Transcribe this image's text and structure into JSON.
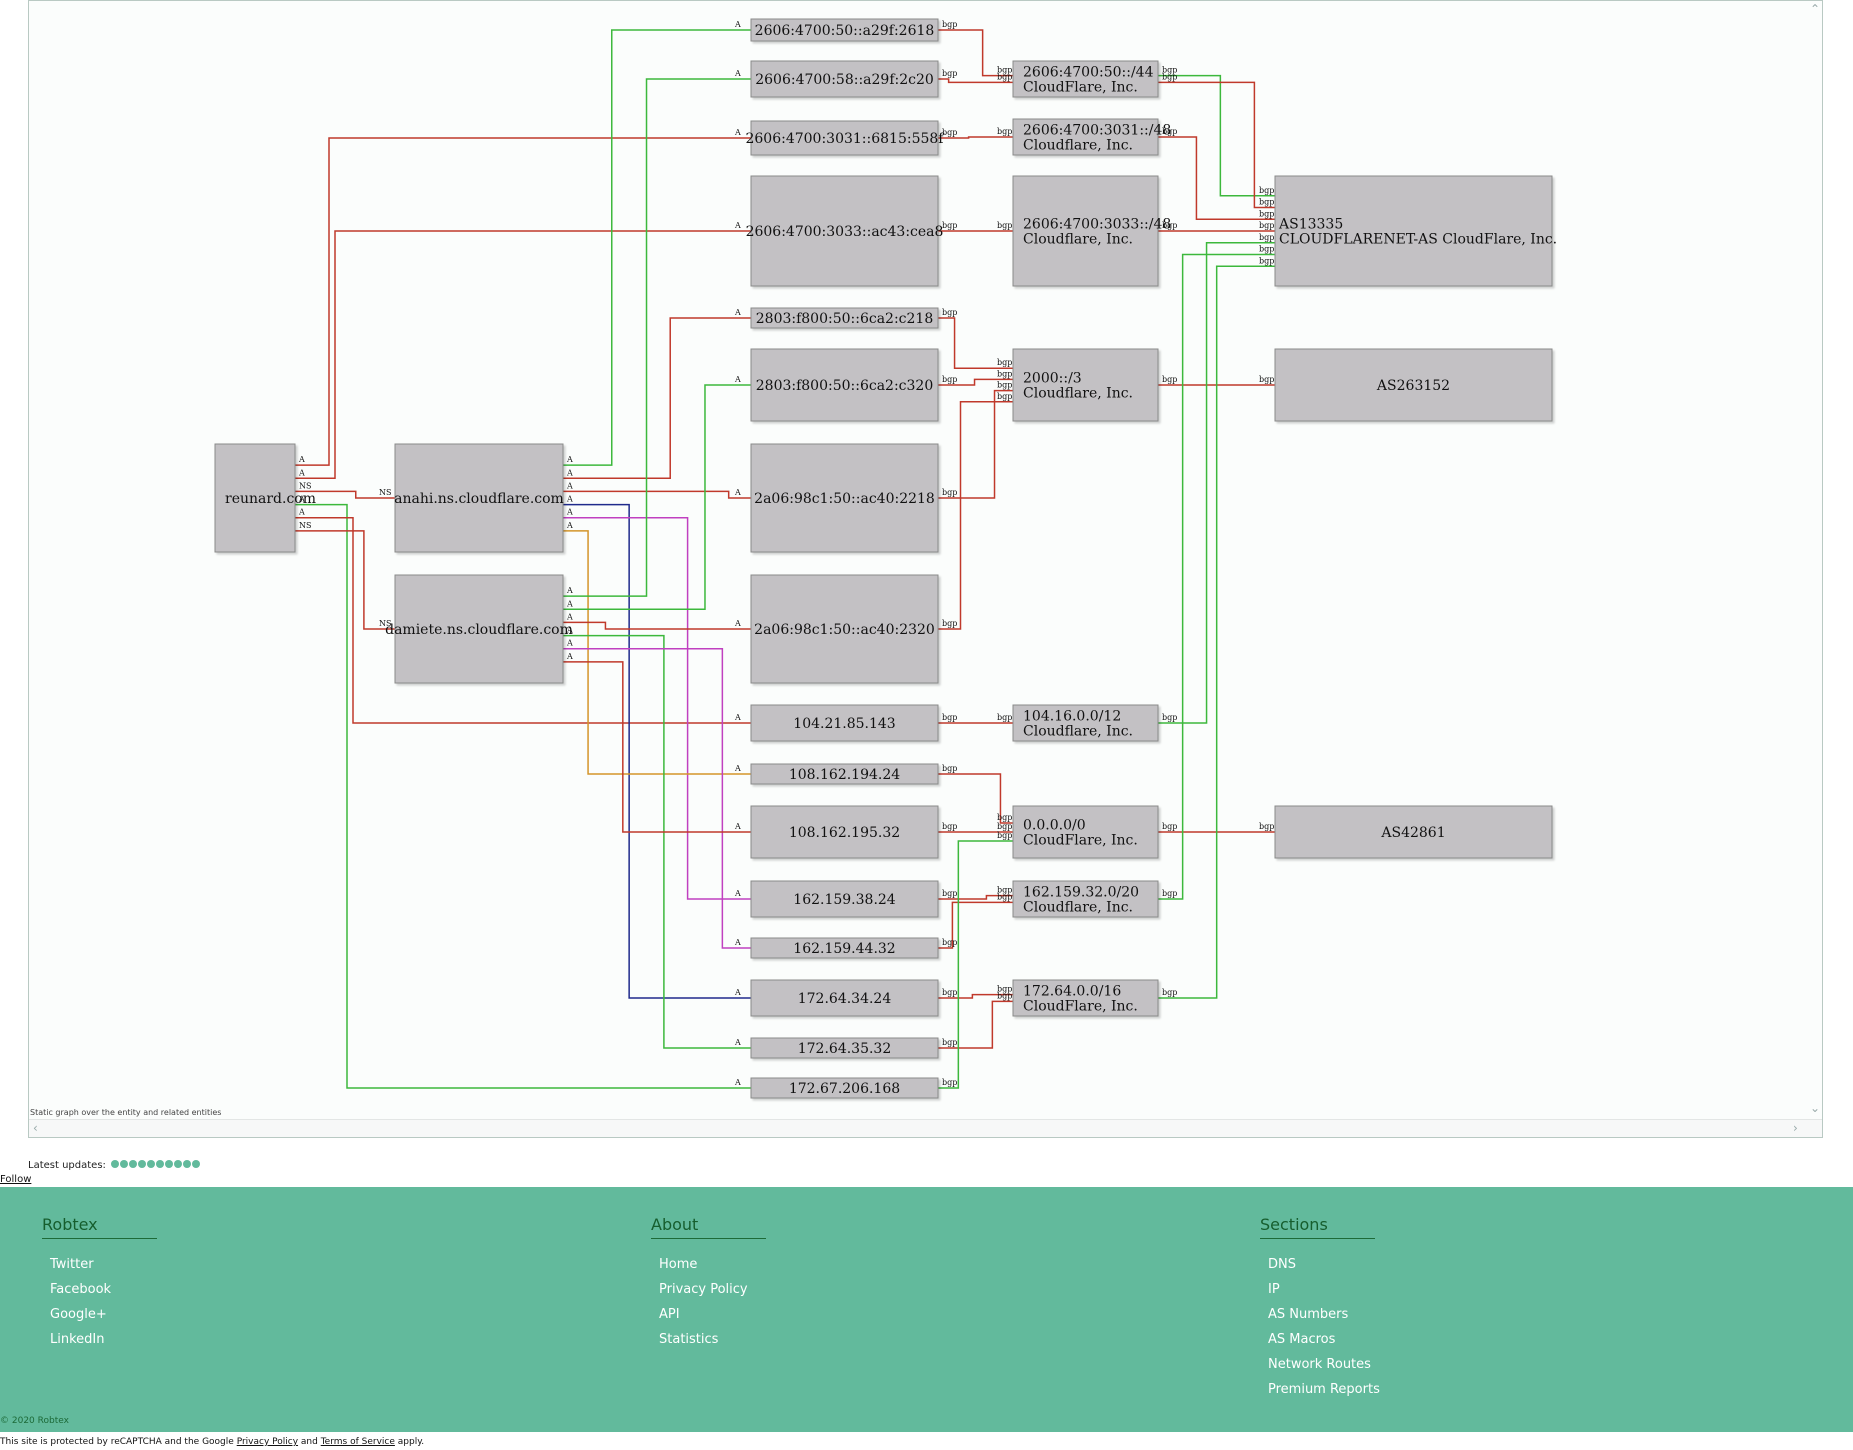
{
  "graph": {
    "caption": "Static graph over the entity and related entities",
    "nodes": [
      {
        "id": "reunard",
        "label": "reunard.com"
      },
      {
        "id": "anahi",
        "label": "anahi.ns.cloudflare.com"
      },
      {
        "id": "damiete",
        "label": "damiete.ns.cloudflare.com"
      },
      {
        "id": "ip1",
        "label": "2606:4700:50::a29f:2618"
      },
      {
        "id": "ip2",
        "label": "2606:4700:58::a29f:2c20"
      },
      {
        "id": "ip3",
        "label": "2606:4700:3031::6815:558f"
      },
      {
        "id": "ip4",
        "label": "2606:4700:3033::ac43:cea8"
      },
      {
        "id": "ip5",
        "label": "2803:f800:50::6ca2:c218"
      },
      {
        "id": "ip6",
        "label": "2803:f800:50::6ca2:c320"
      },
      {
        "id": "ip7",
        "label": "2a06:98c1:50::ac40:2218"
      },
      {
        "id": "ip8",
        "label": "2a06:98c1:50::ac40:2320"
      },
      {
        "id": "ip9",
        "label": "104.21.85.143"
      },
      {
        "id": "ip10",
        "label": "108.162.194.24"
      },
      {
        "id": "ip11",
        "label": "108.162.195.32"
      },
      {
        "id": "ip12",
        "label": "162.159.38.24"
      },
      {
        "id": "ip13",
        "label": "162.159.44.32"
      },
      {
        "id": "ip14",
        "label": "172.64.34.24"
      },
      {
        "id": "ip15",
        "label": "172.64.35.32"
      },
      {
        "id": "ip16",
        "label": "172.67.206.168"
      },
      {
        "id": "r1",
        "label": "2606:4700:50::/44\nCloudFlare, Inc."
      },
      {
        "id": "r2",
        "label": "2606:4700:3031::/48\nCloudflare, Inc."
      },
      {
        "id": "r3",
        "label": "2606:4700:3033::/48\nCloudflare, Inc."
      },
      {
        "id": "r4",
        "label": "2000::/3\nCloudflare, Inc."
      },
      {
        "id": "r5",
        "label": "104.16.0.0/12\nCloudflare, Inc."
      },
      {
        "id": "r6",
        "label": "0.0.0.0/0\nCloudFlare, Inc."
      },
      {
        "id": "r7",
        "label": "162.159.32.0/20\nCloudflare, Inc."
      },
      {
        "id": "r8",
        "label": "172.64.0.0/16\nCloudFlare, Inc."
      },
      {
        "id": "as1",
        "label": "AS13335\nCLOUDFLARENET-AS CloudFlare, Inc."
      },
      {
        "id": "as2",
        "label": "AS263152"
      },
      {
        "id": "as3",
        "label": "AS42861"
      }
    ],
    "edges": [
      {
        "from": "reunard",
        "to": "ip3",
        "label": "A",
        "color": "#c0392b"
      },
      {
        "from": "reunard",
        "to": "ip4",
        "label": "A",
        "color": "#c0392b"
      },
      {
        "from": "reunard",
        "to": "anahi",
        "label": "NS",
        "color": "#c0392b"
      },
      {
        "from": "reunard",
        "to": "ip16",
        "label": "A",
        "color": "#3cb83c"
      },
      {
        "from": "reunard",
        "to": "ip9",
        "label": "A",
        "color": "#c0392b"
      },
      {
        "from": "reunard",
        "to": "damiete",
        "label": "NS",
        "color": "#c0392b"
      },
      {
        "from": "anahi",
        "to": "ip1",
        "label": "A",
        "color": "#3cb83c"
      },
      {
        "from": "anahi",
        "to": "ip5",
        "label": "A",
        "color": "#c0392b"
      },
      {
        "from": "anahi",
        "to": "ip7",
        "label": "A",
        "color": "#c0392b"
      },
      {
        "from": "anahi",
        "to": "ip14",
        "label": "A",
        "color": "#1f2a8c"
      },
      {
        "from": "anahi",
        "to": "ip12",
        "label": "A",
        "color": "#c040c0"
      },
      {
        "from": "anahi",
        "to": "ip10",
        "label": "A",
        "color": "#d4952a"
      },
      {
        "from": "damiete",
        "to": "ip2",
        "label": "A",
        "color": "#3cb83c"
      },
      {
        "from": "damiete",
        "to": "ip6",
        "label": "A",
        "color": "#3cb83c"
      },
      {
        "from": "damiete",
        "to": "ip8",
        "label": "A",
        "color": "#c0392b"
      },
      {
        "from": "damiete",
        "to": "ip15",
        "label": "A",
        "color": "#3cb83c"
      },
      {
        "from": "damiete",
        "to": "ip13",
        "label": "A",
        "color": "#c040c0"
      },
      {
        "from": "damiete",
        "to": "ip11",
        "label": "A",
        "color": "#c0392b"
      },
      {
        "from": "ip1",
        "to": "r1",
        "label": "bgp",
        "color": "#c0392b"
      },
      {
        "from": "ip2",
        "to": "r1",
        "label": "bgp",
        "color": "#c0392b"
      },
      {
        "from": "ip3",
        "to": "r2",
        "label": "bgp",
        "color": "#c0392b"
      },
      {
        "from": "ip4",
        "to": "r3",
        "label": "bgp",
        "color": "#c0392b"
      },
      {
        "from": "ip5",
        "to": "r4",
        "label": "bgp",
        "color": "#c0392b"
      },
      {
        "from": "ip6",
        "to": "r4",
        "label": "bgp",
        "color": "#c0392b"
      },
      {
        "from": "ip7",
        "to": "r4",
        "label": "bgp",
        "color": "#c0392b"
      },
      {
        "from": "ip8",
        "to": "r4",
        "label": "bgp",
        "color": "#c0392b"
      },
      {
        "from": "ip9",
        "to": "r5",
        "label": "bgp",
        "color": "#c0392b"
      },
      {
        "from": "ip10",
        "to": "r6",
        "label": "bgp",
        "color": "#c0392b"
      },
      {
        "from": "ip11",
        "to": "r6",
        "label": "bgp",
        "color": "#c0392b"
      },
      {
        "from": "ip12",
        "to": "r7",
        "label": "bgp",
        "color": "#c0392b"
      },
      {
        "from": "ip13",
        "to": "r7",
        "label": "bgp",
        "color": "#c0392b"
      },
      {
        "from": "ip14",
        "to": "r8",
        "label": "bgp",
        "color": "#c0392b"
      },
      {
        "from": "ip15",
        "to": "r8",
        "label": "bgp",
        "color": "#c0392b"
      },
      {
        "from": "ip16",
        "to": "r6",
        "label": "bgp",
        "color": "#3cb83c"
      },
      {
        "from": "r1",
        "to": "as1",
        "label": "bgp",
        "color": "#3cb83c"
      },
      {
        "from": "r1",
        "to": "as1",
        "label": "bgp",
        "color": "#c0392b"
      },
      {
        "from": "r2",
        "to": "as1",
        "label": "bgp",
        "color": "#c0392b"
      },
      {
        "from": "r3",
        "to": "as1",
        "label": "bgp",
        "color": "#c0392b"
      },
      {
        "from": "r4",
        "to": "as2",
        "label": "bgp",
        "color": "#c0392b"
      },
      {
        "from": "r5",
        "to": "as1",
        "label": "bgp",
        "color": "#3cb83c"
      },
      {
        "from": "r6",
        "to": "as3",
        "label": "bgp",
        "color": "#c0392b"
      },
      {
        "from": "r7",
        "to": "as1",
        "label": "bgp",
        "color": "#3cb83c"
      },
      {
        "from": "r8",
        "to": "as1",
        "label": "bgp",
        "color": "#3cb83c"
      }
    ]
  },
  "latest_updates": {
    "label": "Latest updates:",
    "dot_count": 10
  },
  "follow_label": "Follow",
  "footer": {
    "columns": [
      {
        "title": "Robtex",
        "items": [
          "Twitter",
          "Facebook",
          "Google+",
          "LinkedIn"
        ]
      },
      {
        "title": "About",
        "items": [
          "Home",
          "Privacy Policy",
          "API",
          "Statistics"
        ]
      },
      {
        "title": "Sections",
        "items": [
          "DNS",
          "IP",
          "AS Numbers",
          "AS Macros",
          "Network Routes",
          "Premium Reports"
        ]
      }
    ],
    "copyright": "© 2020 Robtex"
  },
  "recaptcha": {
    "prefix": "This site is protected by reCAPTCHA and the Google",
    "privacy": "Privacy Policy",
    "and": "and",
    "terms": "Terms of Service",
    "suffix": "apply."
  },
  "colors": {
    "accent": "#62ba9c",
    "footer_heading": "#165e2e",
    "edge_red": "#c0392b",
    "edge_green": "#3cb83c"
  }
}
